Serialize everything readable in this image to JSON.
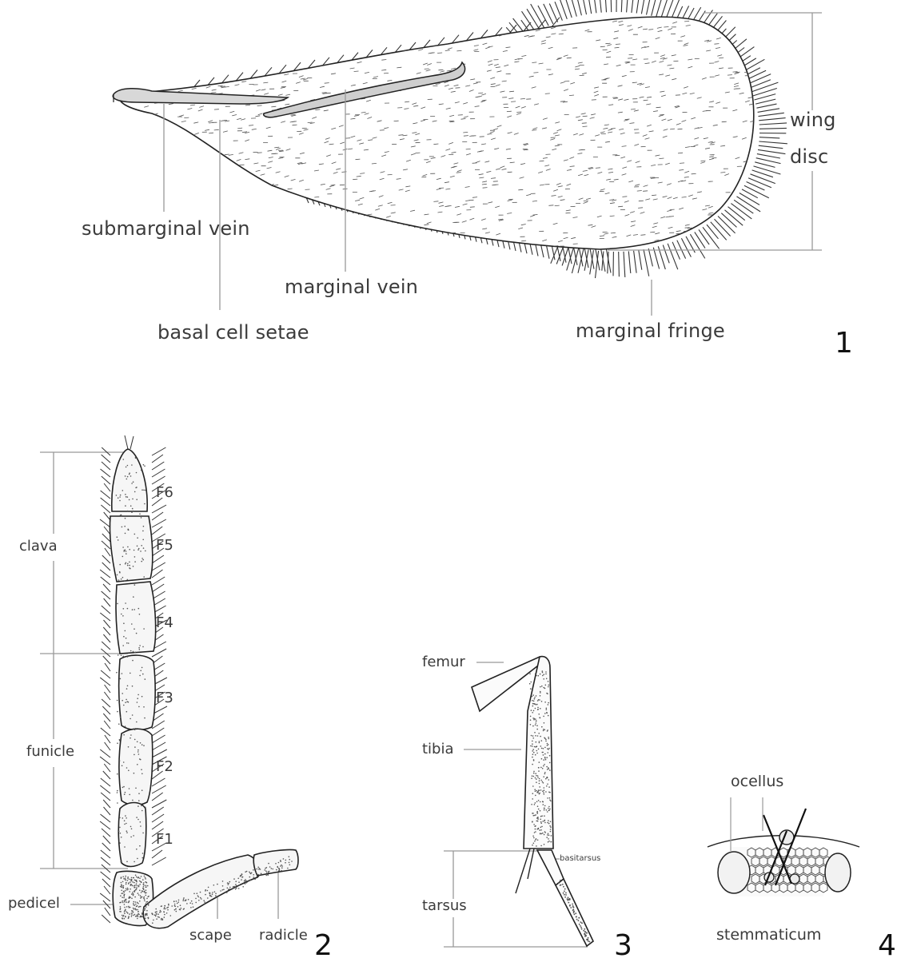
{
  "figure1": {
    "number": "1",
    "labels": {
      "wing": "wing",
      "disc": "disc",
      "submarginal_vein": "submarginal vein",
      "basal_cell_setae": "basal cell setae",
      "marginal_vein": "marginal vein",
      "marginal_fringe": "marginal fringe"
    }
  },
  "figure2": {
    "number": "2",
    "labels": {
      "clava": "clava",
      "funicle": "funicle",
      "pedicel": "pedicel",
      "scape": "scape",
      "radicle": "radicle",
      "f6": "F6",
      "f5": "F5",
      "f4": "F4",
      "f3": "F3",
      "f2": "F2",
      "f1": "F1"
    }
  },
  "figure3": {
    "number": "3",
    "labels": {
      "femur": "femur",
      "tibia": "tibia",
      "basitarsus": "basitarsus",
      "tarsus": "tarsus"
    }
  },
  "figure4": {
    "number": "4",
    "labels": {
      "ocellus": "ocellus",
      "stemmaticum": "stemmaticum"
    }
  }
}
